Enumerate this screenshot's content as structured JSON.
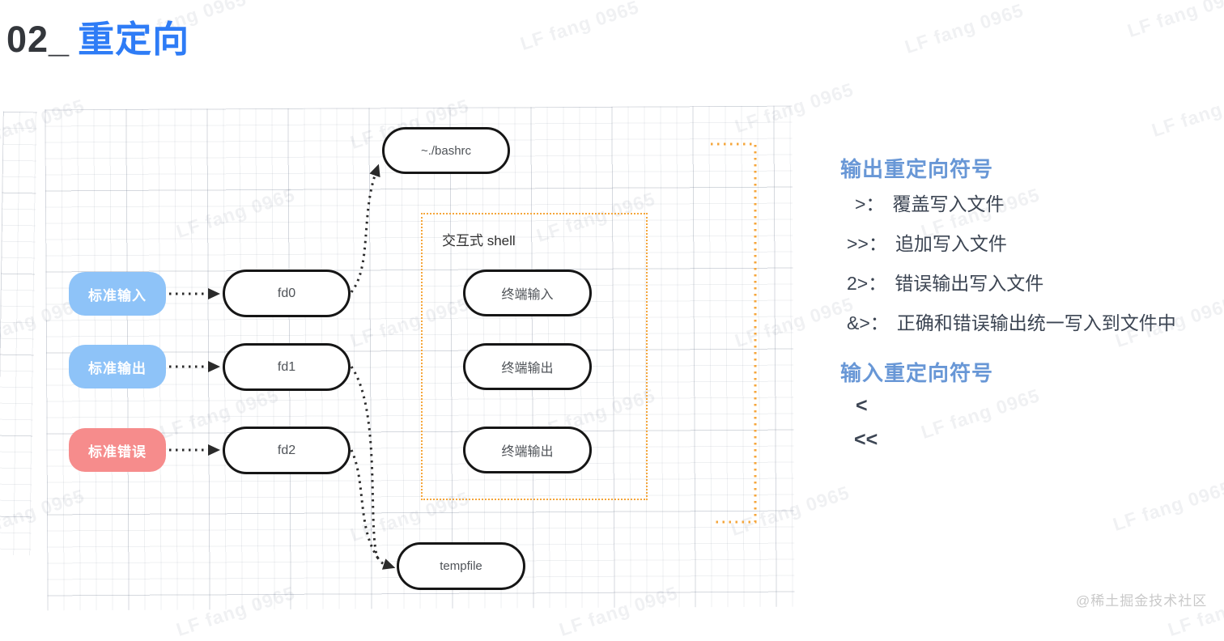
{
  "title": {
    "number": "02_",
    "text": "重定向"
  },
  "diagram": {
    "sources": [
      {
        "label": "标准输入",
        "color": "#8ec3f8"
      },
      {
        "label": "标准输出",
        "color": "#8ec3f8"
      },
      {
        "label": "标准错误",
        "color": "#f68c8c"
      }
    ],
    "fds": [
      {
        "label": "fd0"
      },
      {
        "label": "fd1"
      },
      {
        "label": "fd2"
      }
    ],
    "top_file": {
      "label": "~./bashrc"
    },
    "bottom_file": {
      "label": "tempfile"
    },
    "shell": {
      "title": "交互式 shell",
      "terminals": [
        {
          "label": "终端输入"
        },
        {
          "label": "终端输出"
        },
        {
          "label": "终端输出"
        }
      ]
    }
  },
  "panel": {
    "output": {
      "heading": "输出重定向符号",
      "items": [
        {
          "symbol": ">：",
          "desc": "覆盖写入文件"
        },
        {
          "symbol": ">>：",
          "desc": "追加写入文件"
        },
        {
          "symbol": "2>：",
          "desc": "错误输出写入文件"
        },
        {
          "symbol": "&>：",
          "desc": "正确和错误输出统一写入到文件中"
        }
      ]
    },
    "input": {
      "heading": "输入重定向符号",
      "items": [
        {
          "symbol": "<"
        },
        {
          "symbol": "<<"
        }
      ]
    }
  },
  "watermark": {
    "text": "LF fang 0965",
    "positions": [
      [
        155,
        8
      ],
      [
        640,
        18
      ],
      [
        1115,
        22
      ],
      [
        1390,
        2
      ],
      [
        -45,
        140
      ],
      [
        430,
        140
      ],
      [
        905,
        120
      ],
      [
        1420,
        125
      ],
      [
        215,
        250
      ],
      [
        660,
        255
      ],
      [
        1135,
        250
      ],
      [
        -45,
        385
      ],
      [
        430,
        385
      ],
      [
        905,
        385
      ],
      [
        1375,
        385
      ],
      [
        195,
        498
      ],
      [
        660,
        498
      ],
      [
        1135,
        498
      ],
      [
        -45,
        622
      ],
      [
        430,
        625
      ],
      [
        900,
        618
      ],
      [
        1372,
        612
      ],
      [
        215,
        742
      ],
      [
        688,
        742
      ],
      [
        1440,
        742
      ]
    ]
  },
  "credit": "@稀土掘金技术社区",
  "colors": {
    "title_blue": "#2e7cf6",
    "heading_blue": "#6897d6",
    "body_text": "#3c4553",
    "orange": "#f5a63b",
    "source_blue": "#8ec3f8",
    "source_red": "#f68c8c",
    "arrow": "#2b2b2b",
    "node_border": "#161616"
  }
}
